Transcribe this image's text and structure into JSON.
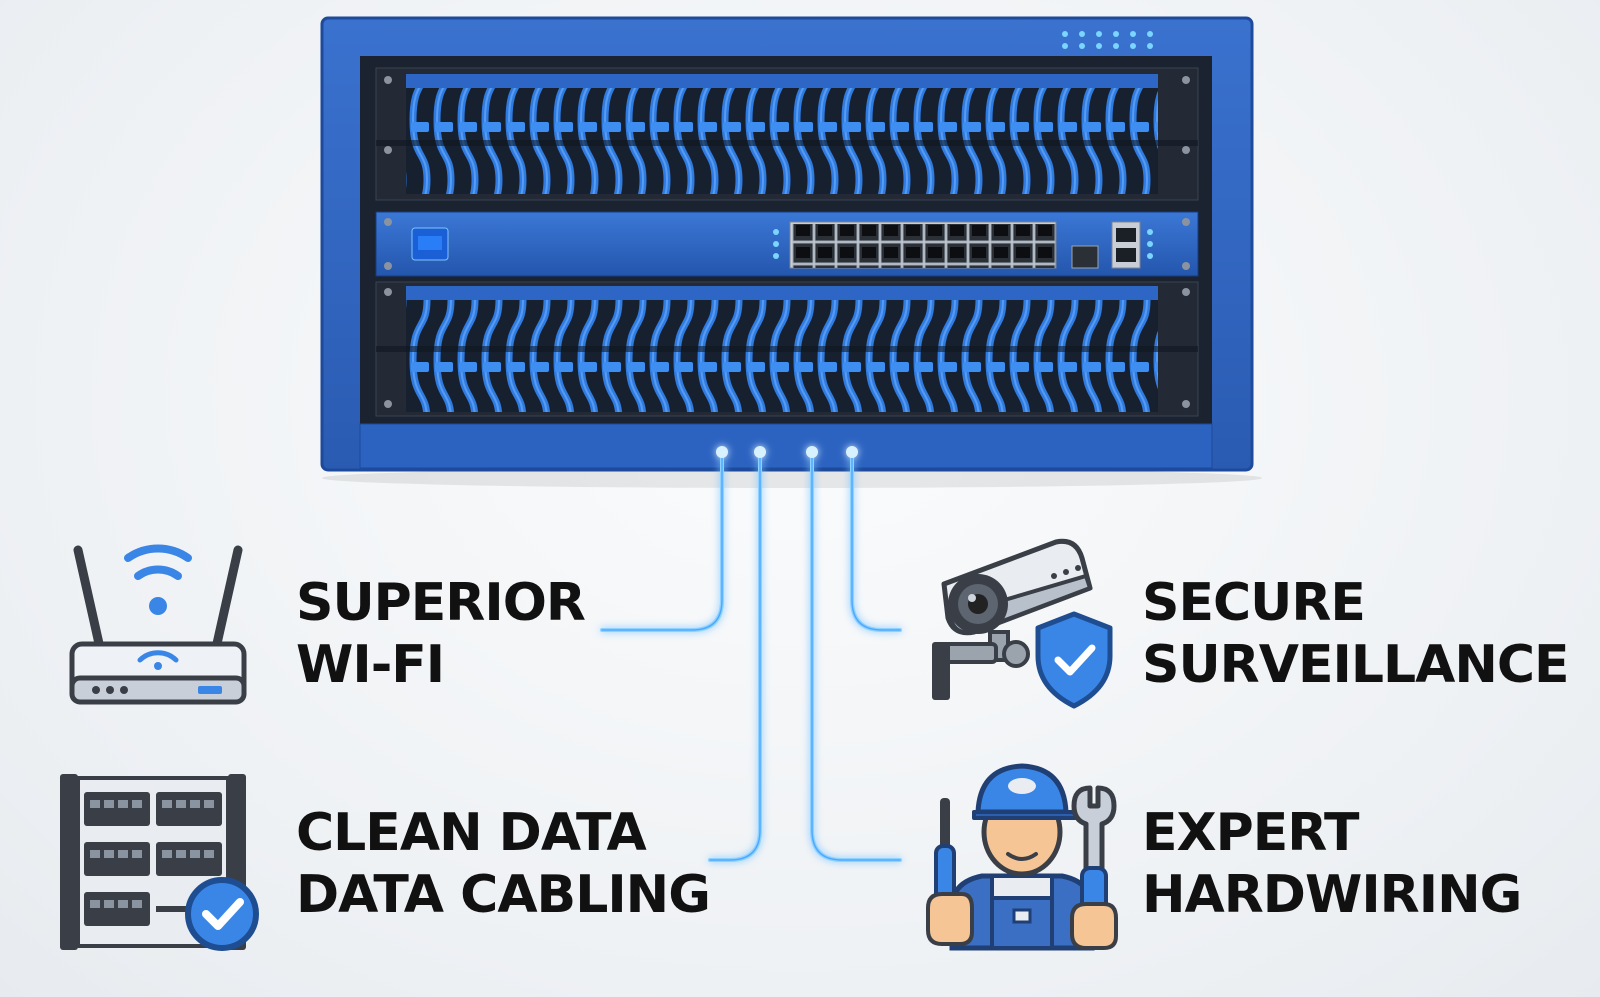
{
  "features": [
    {
      "id": "wifi",
      "icon": "wifi-router-icon",
      "line1": "SUPERIOR",
      "line2": "WI-FI"
    },
    {
      "id": "surveillance",
      "icon": "security-camera-icon",
      "line1": "SECURE",
      "line2": "SURVEILLANCE"
    },
    {
      "id": "cabling",
      "icon": "server-rack-check-icon",
      "line1": "CLEAN DATA",
      "line2": "DATA CABLING"
    },
    {
      "id": "hardwiring",
      "icon": "technician-icon",
      "line1": "EXPERT",
      "line2": "HARDWIRING"
    }
  ],
  "colors": {
    "rack_blue": "#2f66c4",
    "rack_blue_dark": "#1d4a9a",
    "cable_blue": "#3a86e6",
    "glow_blue": "#4fb4ff",
    "text": "#111111",
    "icon_dark": "#3a3f47",
    "icon_blue": "#3a86e6"
  }
}
